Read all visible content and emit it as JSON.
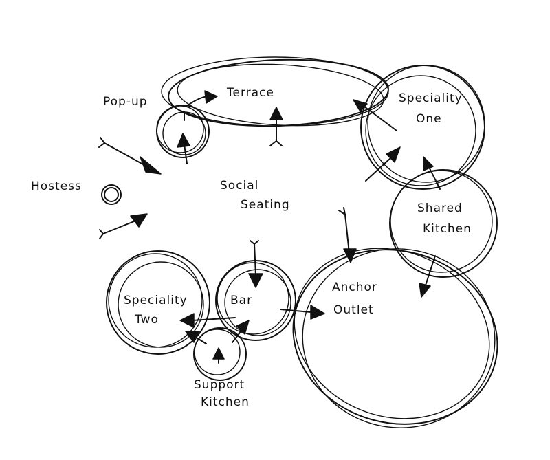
{
  "diagram": {
    "labels": {
      "popup": "Pop-up",
      "terrace": "Terrace",
      "speciality_one": [
        "Speciality",
        "One"
      ],
      "hostess": "Hostess",
      "social_seating": [
        "Social",
        "Seating"
      ],
      "shared_kitchen": [
        "Shared",
        "Kitchen"
      ],
      "speciality_two": [
        "Speciality",
        "Two"
      ],
      "bar": "Bar",
      "anchor_outlet": [
        "Anchor",
        "Outlet"
      ],
      "support_kitchen": [
        "Support",
        "Kitchen"
      ]
    }
  }
}
